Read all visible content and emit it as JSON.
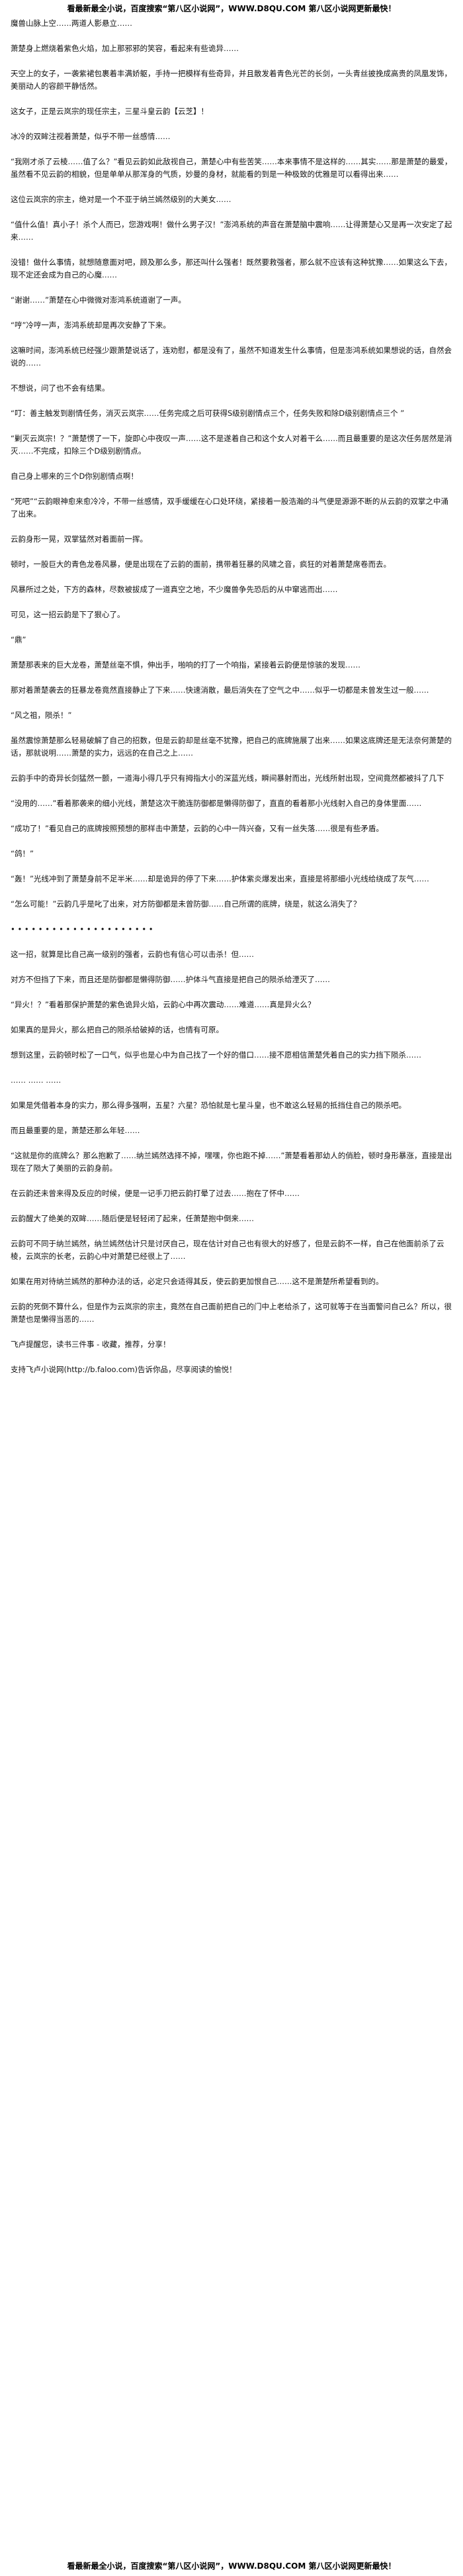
{
  "banner_top": "看最新最全小说，百度搜索“第八区小说网”，WWW.D8QU.COM 第八区小说网更新最快！",
  "banner_bottom": "看最新最全小说，百度搜索“第八区小说网”，WWW.D8QU.COM 第八区小说网更新最快！",
  "paragraphs": [
    "魔兽山脉上空……两道人影悬立……",
    "萧楚身上燃烧着紫色火焰，加上那邪邪的笑容，看起来有些诡异……",
    "天空上的女子，一袭紫裙包裹着丰满娇躯，手持一把模样有些奇异，并且散发着青色光芒的长剑，一头青丝披挽成高贵的凤凰发饰，美丽动人的容颜平静恬然。",
    "这女子，正是云岚宗的现任宗主，三星斗皇云韵【云芝】！",
    "冰冷的双眸注视着萧楚，似乎不带一丝感情……",
    "“我刚才杀了云棱……值了么？”看见云韵如此敌视自己，萧楚心中有些苦笑……本来事情不是这样的……其实……那是萧楚的最爱，虽然看不见云韵的相貌，但是单单从那浑身的气质，妙曼的身材，就能看的到是一种极致的优雅是可以看得出来……",
    "这位云岚宗的宗主，绝对是一个不亚于纳兰嫣然级别的大美女……",
    "“值什么值！真小子！杀个人而已，您游戏啊！做什么男子汉！”澎鸿系统的声音在萧楚脑中震响……让得萧楚心又是再一次安定了起来……",
    "没错！做什么事情，就想随意面对吧，顾及那么多，那还叫什么强者！既然要救强者，那么就不应该有这种犹豫……如果这么下去，现不定还会成为自己的心魔……",
    "“谢谢……”萧楚在心中微微对澎鸿系统道谢了一声。",
    "“哼”冷哼一声，澎鸿系统却是再次安静了下来。",
    "这嘛时间，澎鸿系统已经强少跟萧楚说话了，连劝慰，都是没有了，虽然不知道发生什么事情，但是澎鸿系统如果想说的话，自然会说的……",
    "不想说，问了也不会有结果。",
    "“叮：善主触发到剧情任务，消灭云岚宗……任务完成之后可获得S级别剧情点三个，任务失败和除D级别剧情点三个 ”",
    "“剿灭云岚宗！？”萧楚愣了一下，旋即心中夜叹一声……这不是遂着自己和这个女人对着干么……而且最重要的是这次任务居然是消灭……不完成，扣除三个D级别剧情点。",
    "自己身上哪来的三个D你别剧情点啊！",
    "“死吧”“云韵眼神愈来愈冷冷，不带一丝感情，双手缓缓在心口处环绕，紧接着一股浩瀚的斗气便是源源不断的从云韵的双掌之中涌了出来。",
    "云韵身形一晃，双掌猛然对着面前一挥。",
    "顿时，一股巨大的青色龙卷风暴，便是出现在了云韵的面前，携带着狂暴的风啸之音，疯狂的对着萧楚席卷而去。",
    "风暴所过之处，下方的森林，尽数被拔成了一道真空之地，不少魔兽争先恐后的从中窜逃而出……",
    "可见，这一招云韵是下了狠心了。",
    "“鼎”",
    "萧楚那表来的巨大龙卷，萧楚丝毫不惧，伸出手，啪响的打了一个响指，紧接着云韵便是惊骇的发现……",
    "那对着萧楚袭去的狂暴龙卷竟然直接静止了下来……快速消散，最后消失在了空气之中……似乎一切都是未曾发生过一般……",
    "“风之祖，陨杀！”",
    "虽然震惊萧楚那么轻易破解了自己的招数，但是云韵却是丝毫不犹豫，把自己的底牌施展了出来……如果这底牌还是无法奈何萧楚的话，那就说明……萧楚的实力，远远的在自己之上……",
    "云韵手中的奇异长剑猛然一颤，一道海小得几乎只有拇指大小的深蓝光线，瞬间暴射而出，光线所射出现，空间竟然都被抖了几下",
    "“没用的……”看着那袭来的细小光线，萧楚这次干脆连防御都是懒得防御了，直直的看着那小光线射入自己的身体里面……",
    "“成功了！”看见自己的底牌按照预想的那样击中萧楚，云韵的心中一阵兴奋，又有一丝失落……很是有些矛盾。",
    "“鸽！”",
    "“轰！”光线冲到了萧楚身前不足半米……却是诡异的停了下来……护体紫炎爆发出来，直接是将那细小光线给绕成了灰气……",
    "“怎么可能！”云韵几乎是叱了出来，对方防御都是未曾防御……自己所谓的底牌，绕是，就这么消失了？",
    "• • • • • • • • • • • • • • • • • • • • •",
    "这一招，就算是比自己高一级别的强者，云韵也有信心可以击杀！但……",
    "对方不但挡了下来，而且还是防御都是懒得防御……护体斗气直接是把自己的陨杀给湮灭了……",
    "“异火！？”看着那保护萧楚的紫色诡异火焰，云韵心中再次震动……难道……真是异火么？",
    "如果真的是异火，那么把自己的陨杀给破掉的话，也情有可原。",
    "想到这里，云韵顿时松了一口气，似乎也是心中为自己找了一个好的借口……接不愿相信萧楚凭着自己的实力挡下陨杀……",
    "…… …… ……",
    "如果是凭借着本身的实力，那么得多强啊，五星？六星？恐怕就是七星斗皇，也不敢这么轻易的抵挡住自己的陨杀吧。",
    "而且最重要的是，萧楚还那么年轻……",
    "“这就是你的底牌么？那么抱歉了……纳兰嫣然选择不掉，嘿嘿，你也跑不掉……”萧楚看着那幼人的俏脸，顿时身形暴涨，直接是出现在了陨大了美丽的云韵身前。",
    "在云韵还未曾来得及反应的时候，便是一记手刀把云韵打晕了过去……抱在了怀中……",
    "云韵醒大了绝美的双眸……随后便是轻轻闭了起来，任萧楚抱中倒来……",
    "云韵可不同于纳兰嫣然，纳兰嫣然估计只是讨厌自己，现在估计对自己也有很大的好感了，但是云韵不一样，自己在他面前杀了云棱，云岚宗的长老，云韵心中对萧楚已经很上了……",
    "如果在用对待纳兰嫣然的那种办法的话，必定只会适得其反，使云韵更加恨自己……这不是萧楚所希望看到的。",
    "云韵的死倒不算什么，但是作为云岚宗的宗主，竟然在自己面前把自己的门中上老给杀了，这可就等于在当面警问自己么？所以，很萧楚也是懒得当恶的……",
    "飞卢提醒您，读书三件事 - 收藏，推荐，分享！",
    "支持飞卢小说网(http://b.faloo.com)告诉你品，尽享阅读的愉悦！"
  ]
}
